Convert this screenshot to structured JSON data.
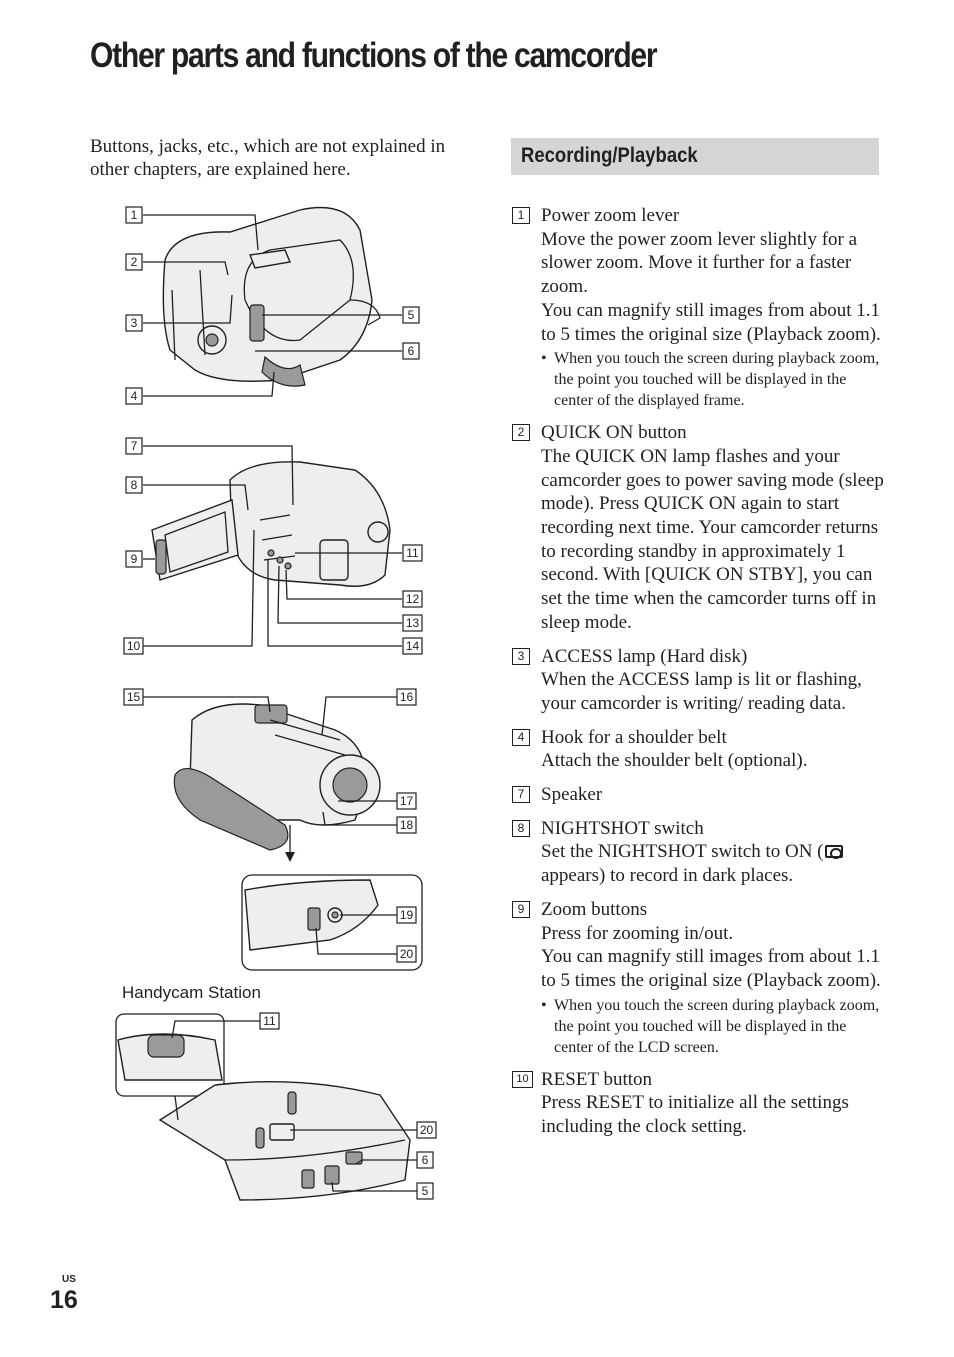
{
  "page": {
    "title": "Other parts and functions of the camcorder",
    "intro": "Buttons, jacks, etc., which are not explained in other chapters, are explained here.",
    "section_title": "Recording/Playback",
    "region_code": "US",
    "page_number": "16"
  },
  "figures": {
    "station_label": "Handycam Station",
    "callouts": [
      "1",
      "2",
      "3",
      "4",
      "5",
      "6",
      "7",
      "8",
      "9",
      "10",
      "11",
      "12",
      "13",
      "14",
      "15",
      "16",
      "17",
      "18",
      "19",
      "20",
      "11",
      "20",
      "6",
      "5"
    ]
  },
  "items": [
    {
      "num": "1",
      "title": "Power zoom lever",
      "lines": [
        "Move the power zoom lever slightly for a slower zoom. Move it further for a faster zoom.",
        "You can magnify still images from about 1.1 to 5 times the original size (Playback zoom)."
      ],
      "note": "When you touch the screen during playback zoom, the point you touched will be displayed in the center of the displayed frame."
    },
    {
      "num": "2",
      "title": "QUICK ON button",
      "lines": [
        "The QUICK ON lamp flashes and your camcorder goes to power saving mode (sleep mode). Press QUICK ON again to start recording next time. Your camcorder returns to recording standby in approximately 1 second. With [QUICK ON STBY], you can set the time when the camcorder turns off in sleep mode."
      ]
    },
    {
      "num": "3",
      "title": "ACCESS lamp (Hard disk)",
      "lines": [
        "When the ACCESS lamp is lit or flashing, your camcorder is writing/ reading data."
      ]
    },
    {
      "num": "4",
      "title": "Hook for a shoulder belt",
      "lines": [
        "Attach the shoulder belt (optional)."
      ]
    },
    {
      "num": "7",
      "title": "Speaker"
    },
    {
      "num": "8",
      "title": "NIGHTSHOT switch",
      "line_before_icon": "Set the NIGHTSHOT switch to ON (",
      "line_after_icon": " appears) to record in dark places."
    },
    {
      "num": "9",
      "title": "Zoom buttons",
      "lines": [
        "Press for zooming in/out.",
        "You can magnify still images from about 1.1 to 5 times the original size (Playback zoom)."
      ],
      "note": "When you touch the screen during playback zoom, the point you touched will be displayed in the center of the LCD screen."
    },
    {
      "num": "10",
      "title": "RESET button",
      "lines": [
        "Press RESET to initialize all the settings including the clock setting."
      ]
    }
  ]
}
